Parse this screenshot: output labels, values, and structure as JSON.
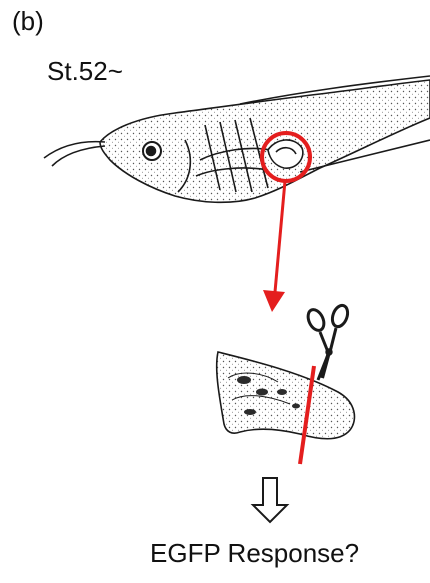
{
  "figure": {
    "panel_label": "(b)",
    "stage_label": "St.52~",
    "result_label": "EGFP Response?"
  },
  "colors": {
    "highlight": "#e41e1e",
    "ink": "#1a1a1a",
    "paper": "#ffffff",
    "stipple": "#555555"
  },
  "icons": [
    "tadpole-drawing",
    "scissors-icon",
    "hollow-down-arrow-icon"
  ]
}
